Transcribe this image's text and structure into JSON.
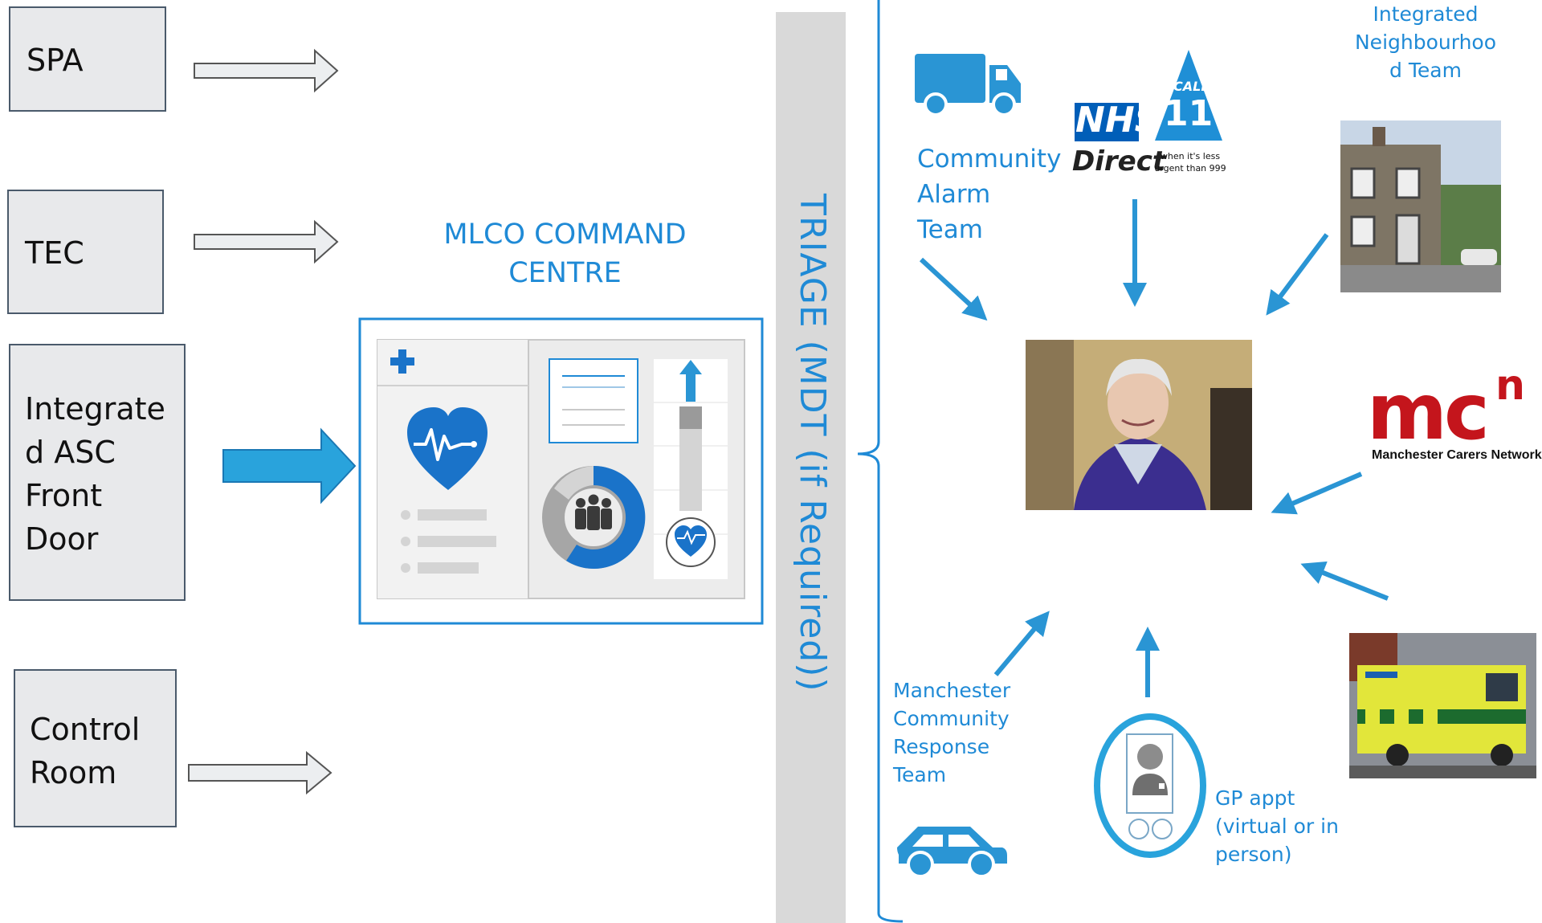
{
  "sources": {
    "spa": "SPA",
    "tec": "TEC",
    "asc": "Integrate\nd ASC\nFront\nDoor",
    "control": "Control\nRoom"
  },
  "command_centre": {
    "title_line1": "MLCO COMMAND",
    "title_line2": "CENTRE"
  },
  "triage": "TRIAGE (MDT (if Required))",
  "services": {
    "community_alarm": "Community\nAlarm\nTeam",
    "nhs_logo": "NHS",
    "nhs_direct": "Direct",
    "call_text": "CALL",
    "call_number": "111",
    "call_sub": "when it's less\nurgent than 999",
    "integrated_team": "Integrated\nNeighbourhoo\nd Team",
    "mcn_logo": "mc",
    "mcn_sup": "n",
    "mcn_name": "Manchester Carers Network",
    "response_team": "Manchester\nCommunity\nResponse\nTeam",
    "gp_appt": "GP appt\n(virtual or in\nperson)"
  },
  "colors": {
    "accent_blue": "#1f8ad6",
    "box_fill": "#e8e9eb",
    "triage_bar": "#d9d9d9",
    "nhs_blue": "#005eb8",
    "mcn_red": "#c4151c"
  }
}
